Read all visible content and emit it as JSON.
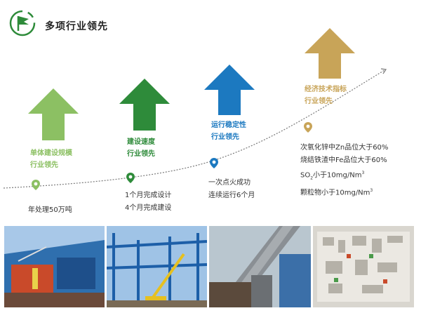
{
  "header": {
    "title": "多项行业领先",
    "icon": "flag-clock-icon"
  },
  "colors": {
    "light_green": "#8cc063",
    "green": "#2e8b3a",
    "blue": "#1c79c0",
    "gold": "#c8a458",
    "curve": "#7a7a7a"
  },
  "milestones": [
    {
      "label_line1": "单体建设规模",
      "label_line2": "行业领先",
      "color": "#8cc063",
      "details": [
        "年处理50万吨"
      ]
    },
    {
      "label_line1": "建设速度",
      "label_line2": "行业领先",
      "color": "#2e8b3a",
      "details": [
        "1个月完成设计",
        "4个月完成建设"
      ]
    },
    {
      "label_line1": "运行稳定性",
      "label_line2": "行业领先",
      "color": "#1c79c0",
      "details": [
        "一次点火成功",
        "连续运行6个月"
      ]
    },
    {
      "label_line1": "经济技术指标",
      "label_line2": "行业领先",
      "color": "#c8a458",
      "details": [
        "次氧化锌中Zn品位大于60%",
        "烧结铁渣中Fe品位大于60%"
      ],
      "so2": {
        "prefix": "SO",
        "sub": "2",
        "mid": "小于10mg/Nm",
        "sup": "3"
      },
      "dust": {
        "text": "颗粒物小于10mg/Nm",
        "sup": "3"
      }
    }
  ],
  "photos": [
    "construction-site-blue-structures",
    "steel-frame-with-crane",
    "rotary-kiln-plant",
    "control-room-screen"
  ]
}
